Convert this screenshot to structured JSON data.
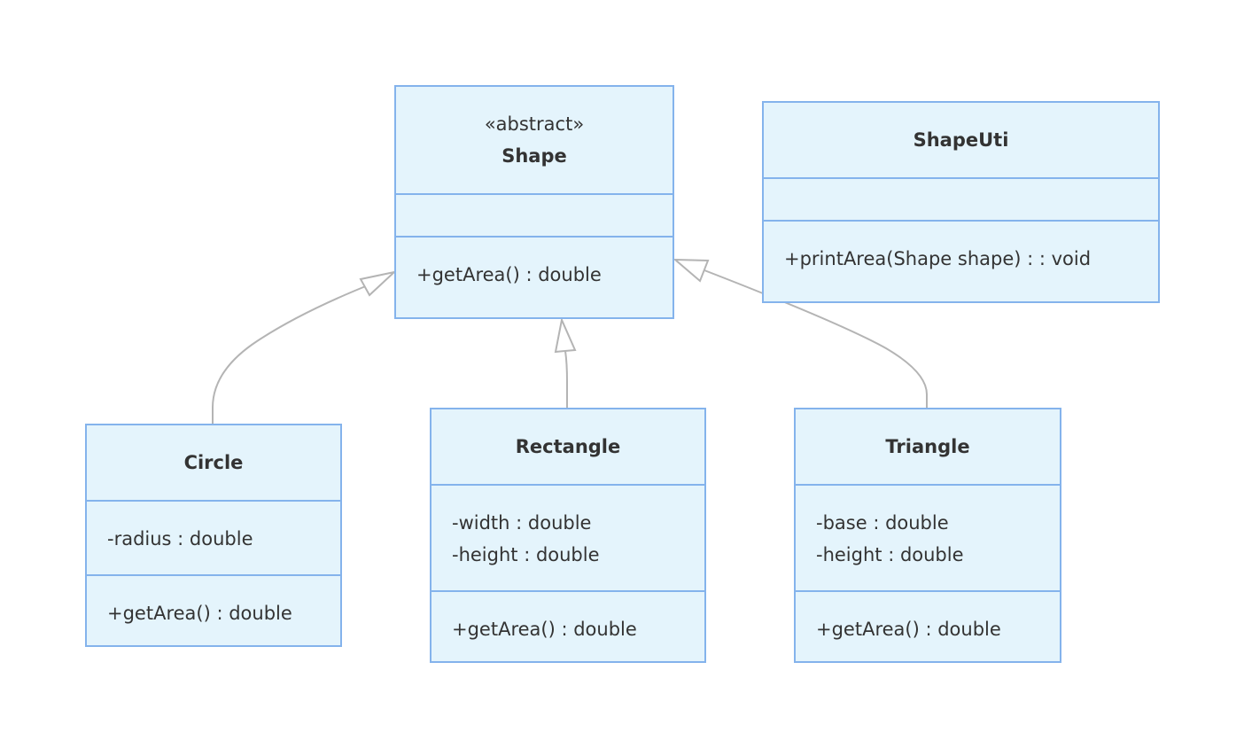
{
  "diagram": {
    "classes": {
      "shape": {
        "stereotype": "«abstract»",
        "name": "Shape",
        "methods": [
          "+getArea() : double"
        ]
      },
      "shapeutil": {
        "name": "ShapeUti",
        "methods": [
          "+printArea(Shape shape) : : void"
        ]
      },
      "circle": {
        "name": "Circle",
        "attributes": [
          "-radius : double"
        ],
        "methods": [
          "+getArea() : double"
        ]
      },
      "rectangle": {
        "name": "Rectangle",
        "attributes": [
          "-width : double",
          "-height : double"
        ],
        "methods": [
          "+getArea() : double"
        ]
      },
      "triangle": {
        "name": "Triangle",
        "attributes": [
          "-base : double",
          "-height : double"
        ],
        "methods": [
          "+getArea() : double"
        ]
      }
    },
    "relations": [
      {
        "type": "inheritance",
        "from": "Circle",
        "to": "Shape"
      },
      {
        "type": "inheritance",
        "from": "Rectangle",
        "to": "Shape"
      },
      {
        "type": "inheritance",
        "from": "Triangle",
        "to": "Shape"
      }
    ],
    "colors": {
      "fill": "#e4f4fc",
      "stroke": "#84b3ec",
      "edge": "#b4b4b4",
      "text": "#333333"
    }
  }
}
